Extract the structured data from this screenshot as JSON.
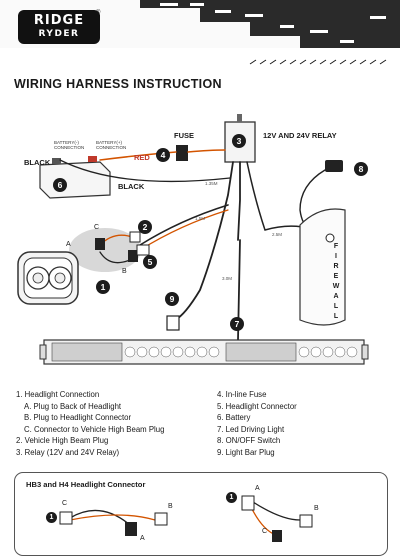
{
  "brand": {
    "line1": "RIDGE",
    "line2": "RYDER",
    "trademark": "®"
  },
  "title": "WIRING HARNESS INSTRUCTION",
  "diagram": {
    "fuse_label": "FUSE",
    "relay_label": "12V AND 24V RELAY",
    "black_top": "BLACK",
    "black_bottom": "BLACK",
    "red_label": "RED",
    "battery_neg": "BATTERY(-) CONNECTION",
    "battery_pos": "BATTERY(+) CONNECTION",
    "firewall_letters": [
      "F",
      "I",
      "R",
      "E",
      "W",
      "A",
      "L",
      "L"
    ],
    "measurements": [
      "1.35M",
      "1.5M",
      "2.5M",
      "3.0M"
    ],
    "callouts": [
      "1",
      "2",
      "3",
      "4",
      "5",
      "6",
      "7",
      "8",
      "9"
    ],
    "letters": {
      "a": "A",
      "b": "B",
      "c": "C"
    }
  },
  "legend_left": [
    "1. Headlight Connection",
    "A. Plug to Back of Headlight",
    "B. Plug to Headlight Connector",
    "C. Connector to Vehicle High Beam Plug",
    "2. Vehicle High Beam Plug",
    "3. Relay (12V and 24V Relay)"
  ],
  "legend_right": [
    "4. In-line Fuse",
    "5. Headlight Connector",
    "6. Battery",
    "7. Led Driving Light",
    "8. ON/OFF Switch",
    "9. Light Bar Plug"
  ],
  "connector_box": {
    "title": "HB3 and H4 Headlight Connector",
    "left_num": "1",
    "right_num": "1",
    "letters_left": [
      "C",
      "B",
      "A"
    ],
    "letters_right": [
      "A",
      "C",
      "B"
    ]
  }
}
